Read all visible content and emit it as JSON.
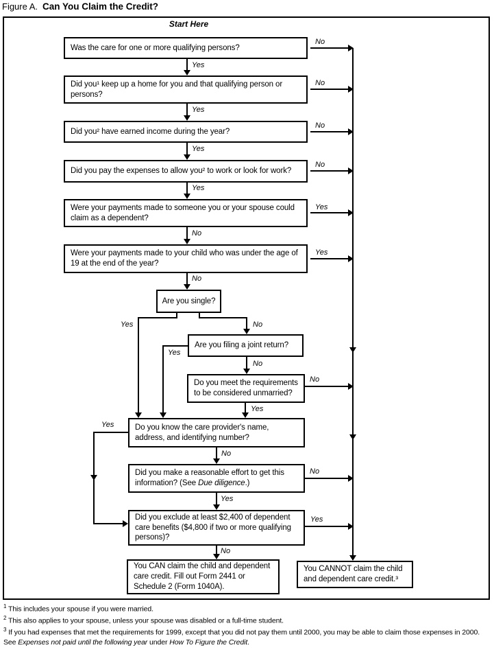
{
  "title": {
    "prefix": "Figure A.",
    "main": "Can You Claim the Credit?"
  },
  "start_label": "Start Here",
  "labels": {
    "yes": "Yes",
    "no": "No"
  },
  "nodes": [
    {
      "id": "q1",
      "text": "Was the care for one or more qualifying persons?",
      "yes": "q2",
      "no": "cannot"
    },
    {
      "id": "q2",
      "text": "Did you¹ keep up a home for you and that qualifying person or persons?",
      "yes": "q3",
      "no": "cannot"
    },
    {
      "id": "q3",
      "text": "Did you² have earned income during the year?",
      "yes": "q4",
      "no": "cannot"
    },
    {
      "id": "q4",
      "text": "Did you pay the expenses to allow you² to work or look for work?",
      "yes": "q5",
      "no": "cannot"
    },
    {
      "id": "q5",
      "text": "Were your payments made to someone you or your spouse could claim as a dependent?",
      "yes": "cannot",
      "no": "q6"
    },
    {
      "id": "q6",
      "text": "Were your payments made to your child who was under the age of 19 at the end of the year?",
      "yes": "cannot",
      "no": "q7"
    },
    {
      "id": "q7",
      "text": "Are you single?",
      "yes": "q10",
      "no": "q8"
    },
    {
      "id": "q8",
      "text": "Are you filing a joint return?",
      "yes": "q10",
      "no": "q9"
    },
    {
      "id": "q9",
      "text": "Do you meet the requirements to be considered unmarried?",
      "yes": "q10",
      "no": "cannot"
    },
    {
      "id": "q10",
      "text": "Do you know the care provider's name, address, and identifying number?",
      "yes": "q12",
      "no": "q11"
    },
    {
      "id": "q11",
      "text_before_italic": "Did you make a reasonable effort to get this information? (See ",
      "italic": "Due diligence",
      "text_after_italic": ".)",
      "yes": "q12",
      "no": "cannot"
    },
    {
      "id": "q12",
      "text": "Did you exclude at least $2,400 of dependent care benefits ($4,800 if two or more qualifying persons)?",
      "yes": "cannot",
      "no": "can"
    },
    {
      "id": "can",
      "text": "You CAN claim the child and dependent care credit. Fill out Form 2441 or Schedule 2 (Form 1040A)."
    },
    {
      "id": "cannot",
      "text": "You CANNOT claim the child and dependent care credit.³"
    }
  ],
  "footnotes": [
    {
      "marker": "1",
      "text": "This includes your spouse if you were married."
    },
    {
      "marker": "2",
      "text": "This also applies to your spouse, unless your spouse was disabled or a full-time student."
    },
    {
      "marker": "3",
      "parts": [
        {
          "text": "If you had expenses that met the requirements for 1999, except that you did not pay them until 2000, you may be able to claim those expenses in 2000. See "
        },
        {
          "text": "Expenses not paid until the following year"
        },
        {
          "text": " under "
        },
        {
          "text": "How To Figure the Credit"
        },
        {
          "text": "."
        }
      ]
    }
  ],
  "colors": {
    "ink": "#000000",
    "background": "#ffffff"
  }
}
